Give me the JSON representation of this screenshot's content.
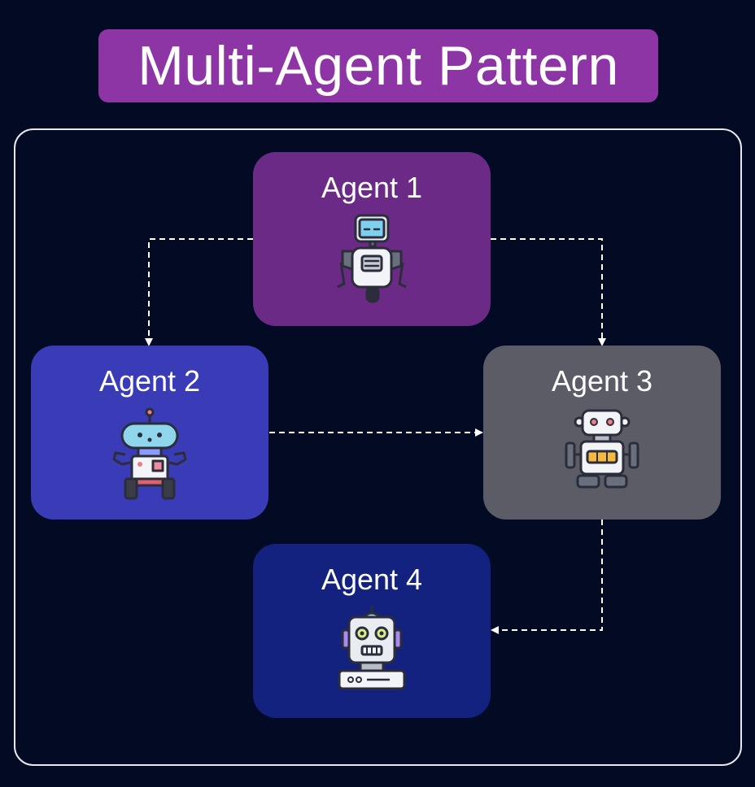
{
  "title": "Multi-Agent Pattern",
  "agents": [
    {
      "label": "Agent 1",
      "color": "#6b2a86"
    },
    {
      "label": "Agent 2",
      "color": "#3a3bb6"
    },
    {
      "label": "Agent 3",
      "color": "#5b5c66"
    },
    {
      "label": "Agent 4",
      "color": "#13227e"
    }
  ],
  "connections": [
    {
      "from": "Agent 1",
      "to": "Agent 2"
    },
    {
      "from": "Agent 1",
      "to": "Agent 3"
    },
    {
      "from": "Agent 2",
      "to": "Agent 3"
    },
    {
      "from": "Agent 3",
      "to": "Agent 4"
    }
  ],
  "colors": {
    "background": "#030a24",
    "title_bg": "#8e35a6",
    "frame": "#e8e8ee"
  }
}
